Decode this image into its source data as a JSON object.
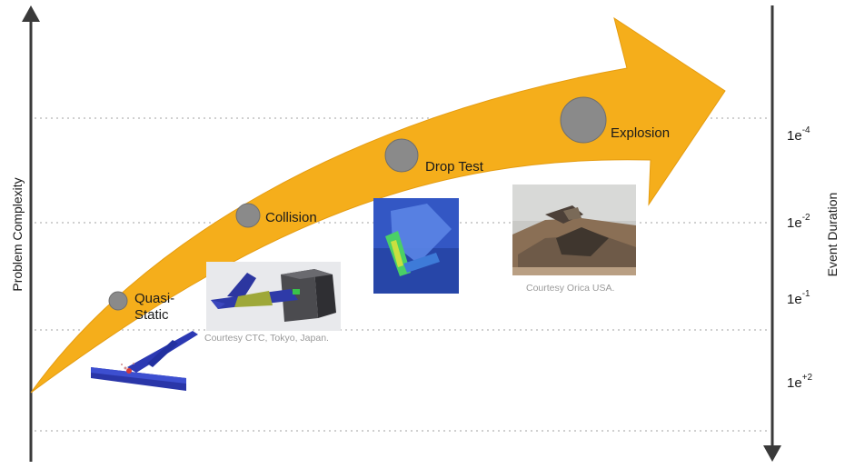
{
  "axes": {
    "left_title": "Problem Complexity",
    "right_title": "Event Duration",
    "right_ticks": [
      {
        "base": "1e",
        "exp": "-4"
      },
      {
        "base": "1e",
        "exp": "-2"
      },
      {
        "base": "1e",
        "exp": "-1"
      },
      {
        "base": "1e",
        "exp": "+2"
      }
    ]
  },
  "stages": [
    {
      "label_line1": "Quasi-",
      "label_line2": "Static"
    },
    {
      "label": "Collision"
    },
    {
      "label": "Drop Test"
    },
    {
      "label": "Explosion"
    }
  ],
  "captions": {
    "collision": "Courtesy CTC, Tokyo, Japan.",
    "explosion": "Courtesy Orica USA."
  },
  "colors": {
    "arrow": "#f5ae1b",
    "arrow_edge": "#e59c10",
    "marker": "#8a8a8a",
    "axis": "#3a3a3a"
  }
}
